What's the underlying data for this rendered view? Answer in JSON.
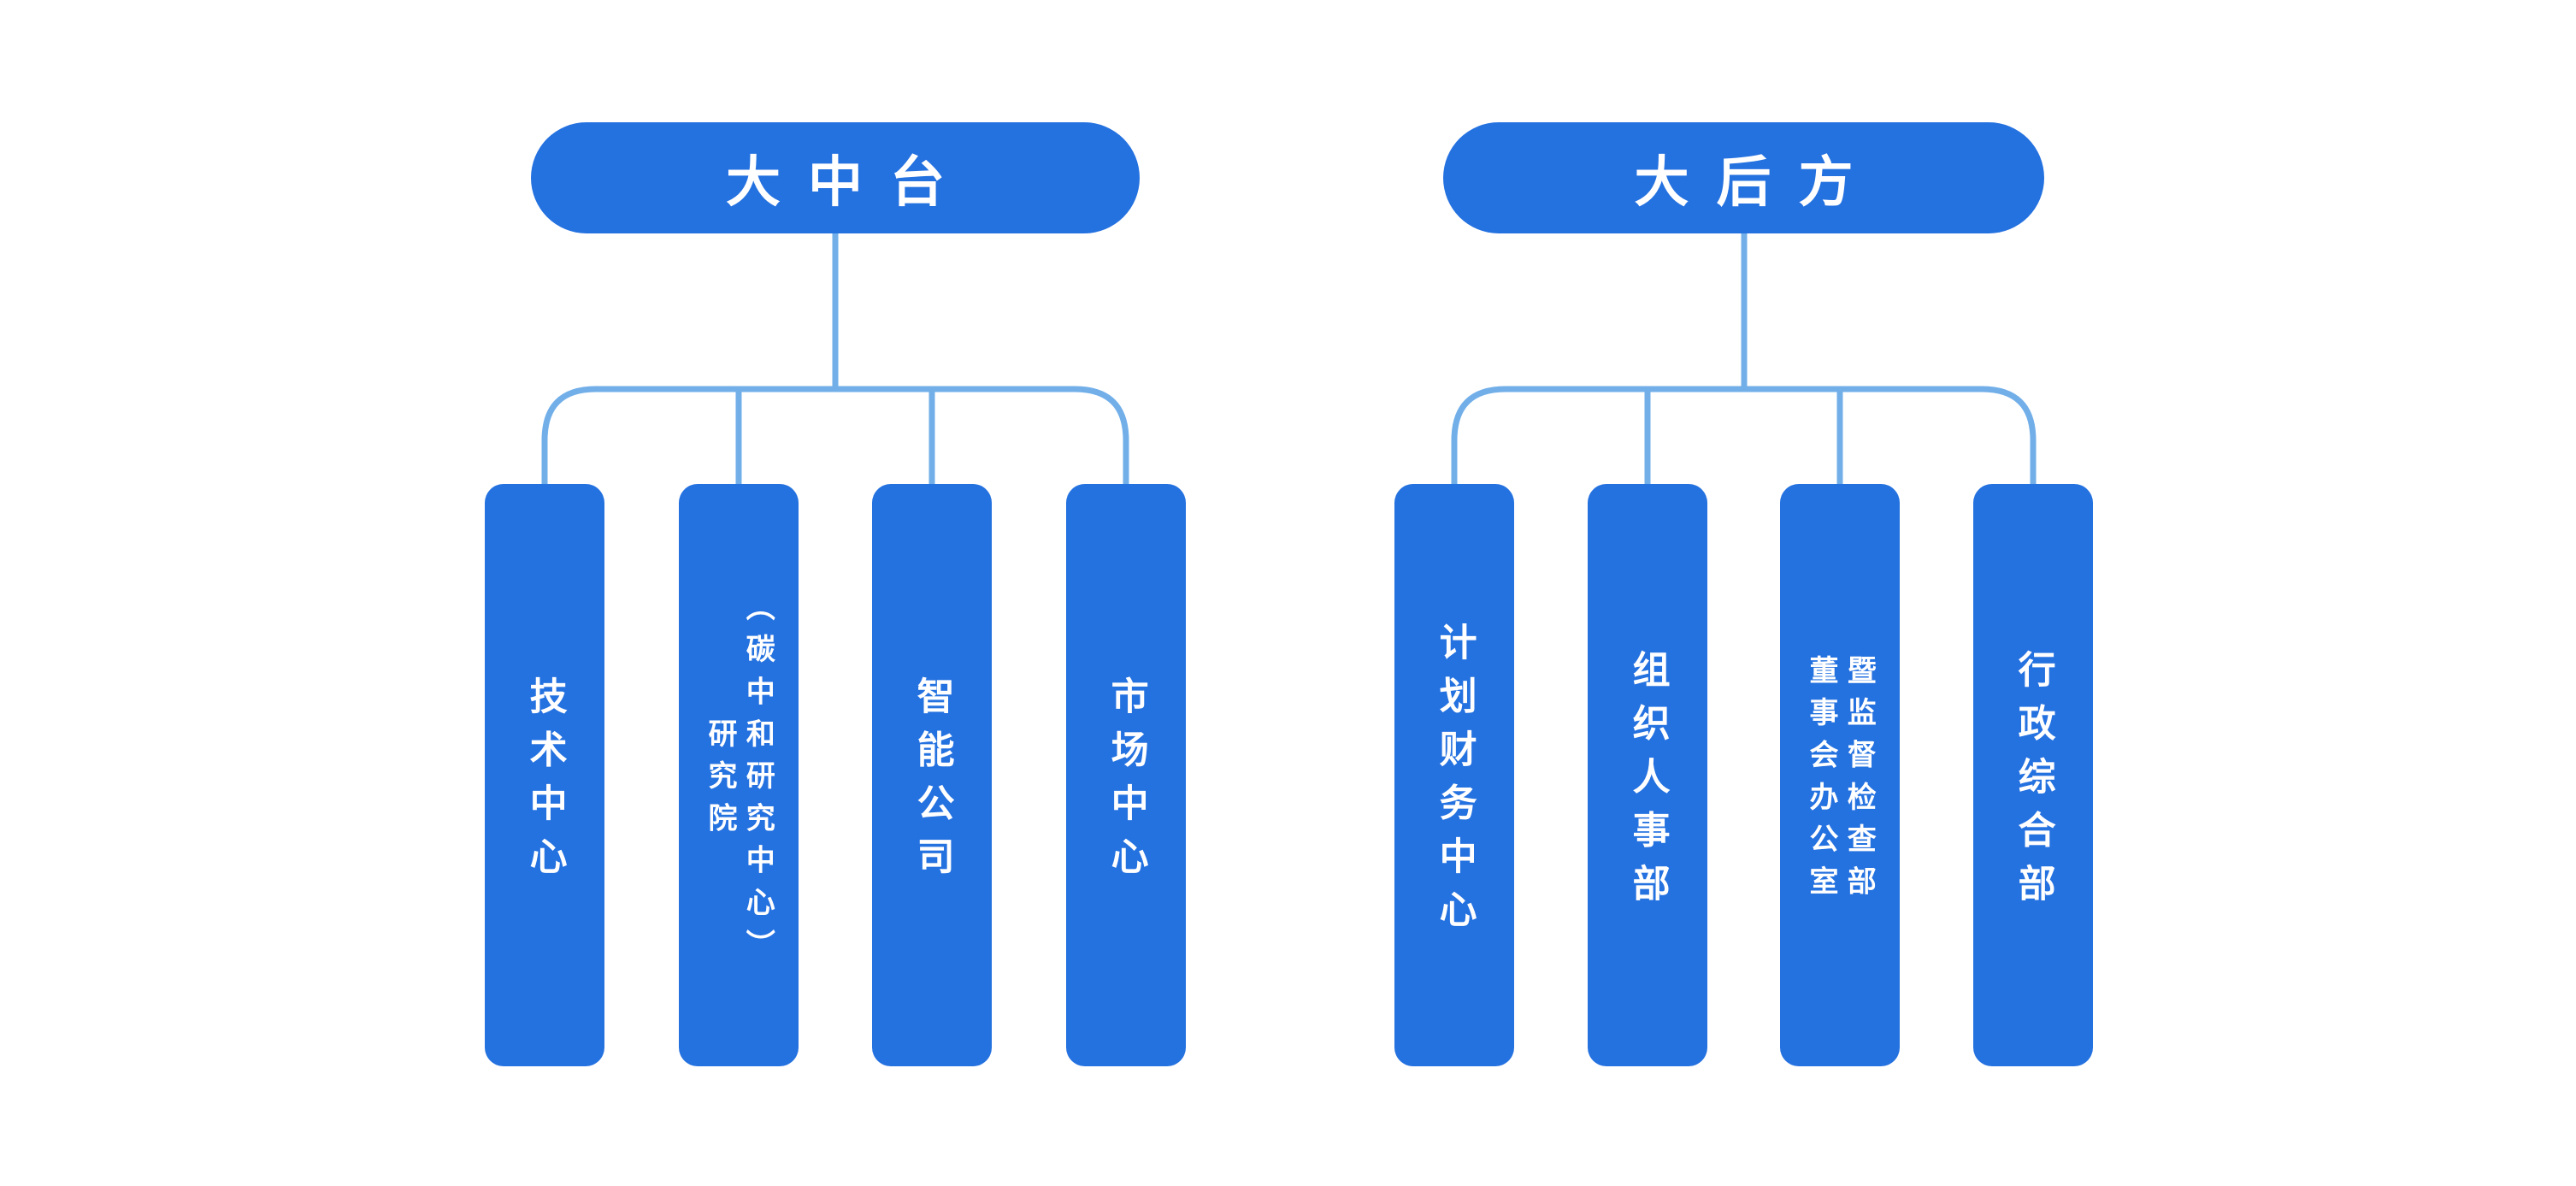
{
  "diagram": {
    "type": "org-tree",
    "background": "#ffffff",
    "node_fill": "#2471E0",
    "connector_color": "#72AFE9",
    "text_color": "#ffffff"
  },
  "groups": [
    {
      "parent": {
        "label": "大中台"
      },
      "children": [
        {
          "label": "技术中心"
        },
        {
          "label": "研究院\n（碳中和研究中心）"
        },
        {
          "label": "智能公司"
        },
        {
          "label": "市场中心"
        }
      ]
    },
    {
      "parent": {
        "label": "大后方"
      },
      "children": [
        {
          "label": "计划财务中心"
        },
        {
          "label": "组织人事部"
        },
        {
          "label": "董事会办公室\n暨监督检查部"
        },
        {
          "label": "行政综合部"
        }
      ]
    }
  ]
}
